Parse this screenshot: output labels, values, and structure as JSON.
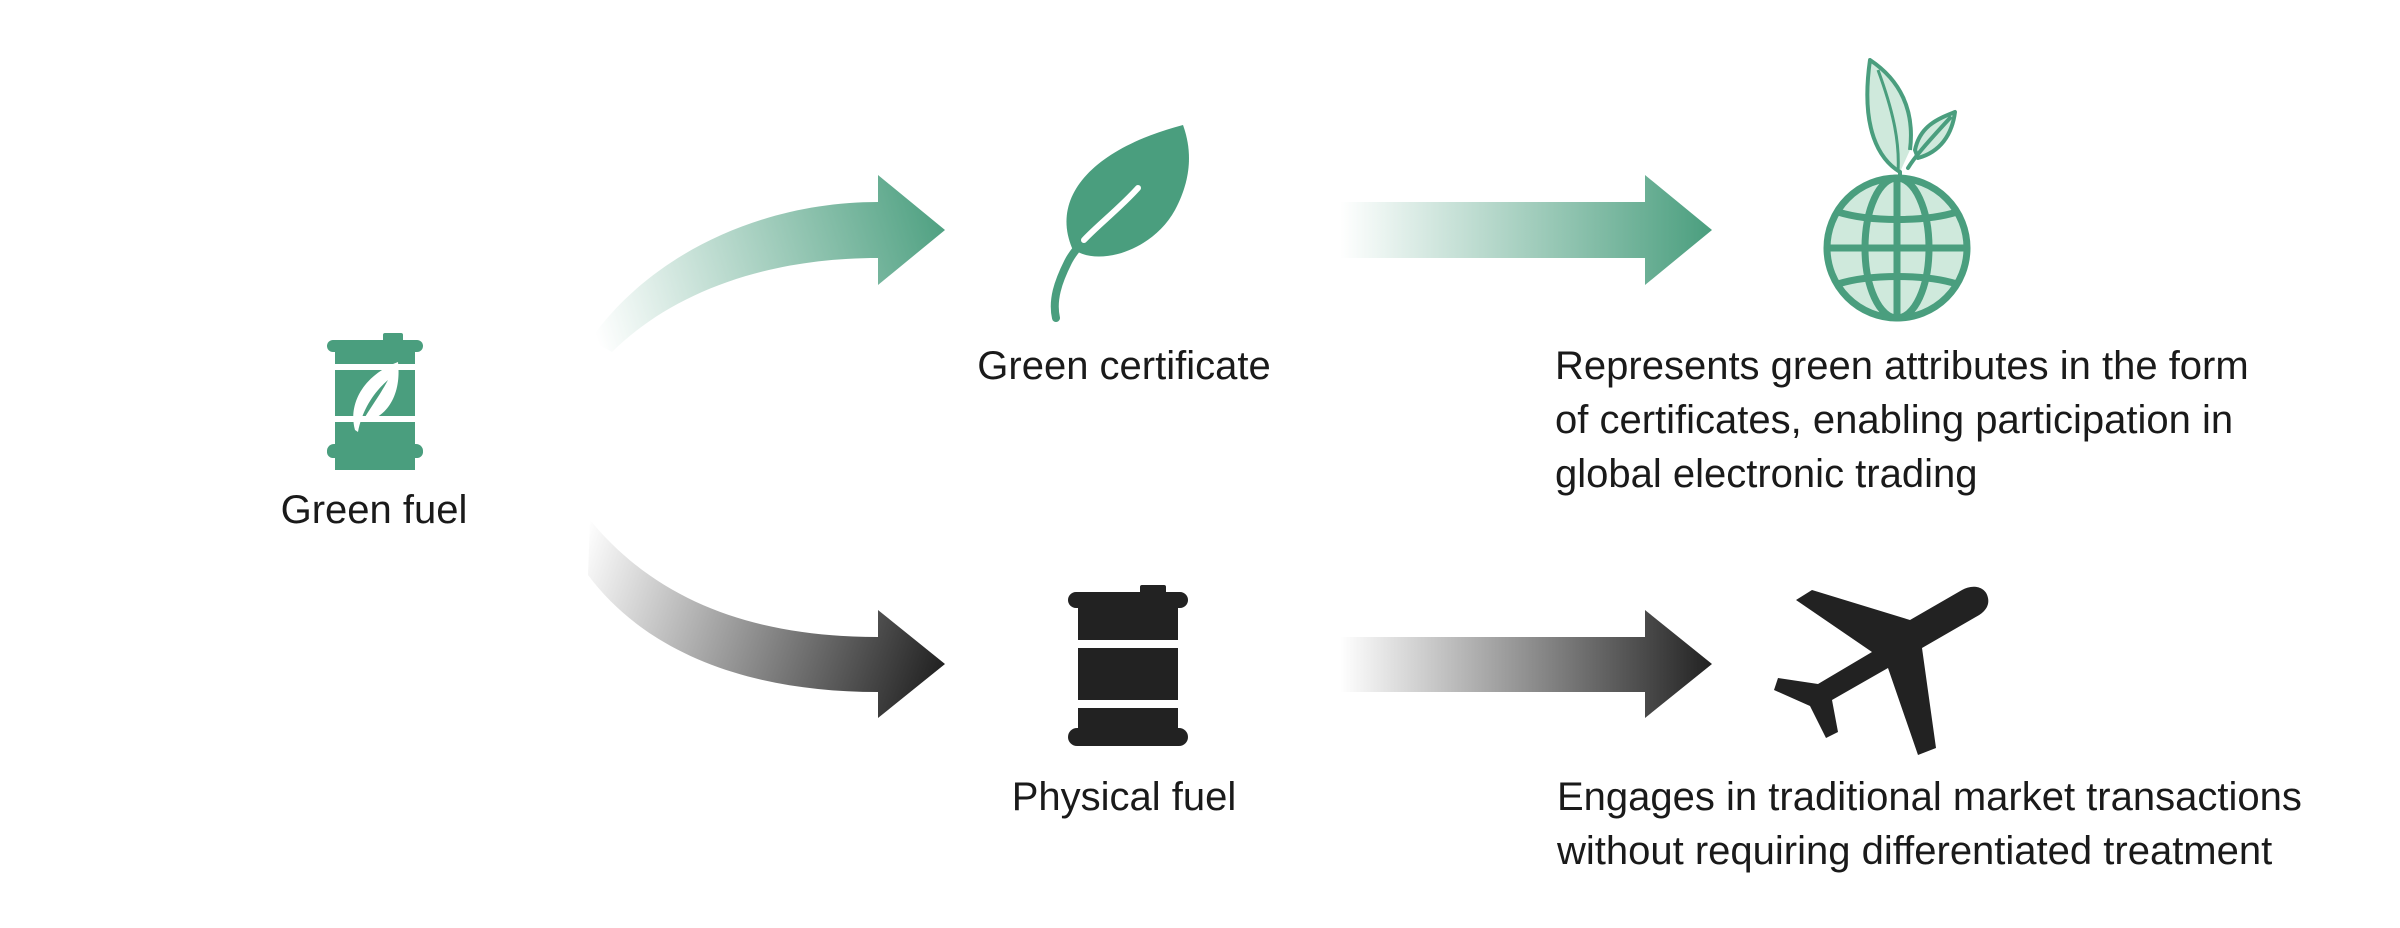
{
  "colors": {
    "green": "#4a9e7e",
    "green_light": "#cfe9dc",
    "dark": "#222222",
    "text": "#1a1a1a"
  },
  "nodes": {
    "source": {
      "label": "Green fuel",
      "icon": "green-fuel-barrel-icon"
    },
    "certificate": {
      "label": "Green certificate",
      "icon": "leaf-icon"
    },
    "physical": {
      "label": "Physical fuel",
      "icon": "fuel-barrel-icon"
    }
  },
  "outcomes": {
    "certificate": {
      "icon": "globe-sprout-icon",
      "lines": [
        "Represents green attributes in the form",
        "of certificates, enabling participation in",
        "global electronic trading"
      ]
    },
    "physical": {
      "icon": "airplane-icon",
      "lines": [
        "Engages in traditional market transactions",
        "without requiring differentiated treatment"
      ]
    }
  }
}
